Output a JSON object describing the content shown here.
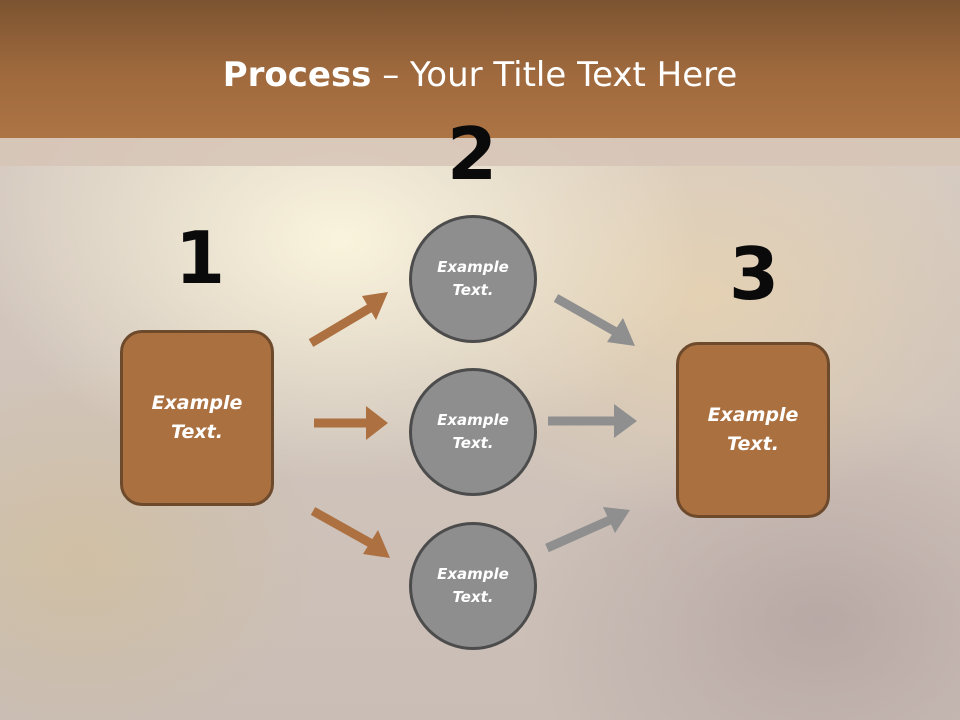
{
  "title": {
    "bold": "Process",
    "rest": " – Your Title Text Here"
  },
  "steps": {
    "one": "1",
    "two": "2",
    "three": "3"
  },
  "left_box": {
    "line1": "Example",
    "line2": "Text."
  },
  "right_box": {
    "line1": "Example",
    "line2": "Text."
  },
  "circles": [
    {
      "line1": "Example",
      "line2": "Text."
    },
    {
      "line1": "Example",
      "line2": "Text."
    },
    {
      "line1": "Example",
      "line2": "Text."
    }
  ],
  "colors": {
    "header": "#a06a3e",
    "box_fill": "#ab7040",
    "box_border": "#6e4a2c",
    "circle_fill": "#8e8e8e",
    "circle_border": "#4c4c4c",
    "arrow_brown": "#ad7040",
    "arrow_gray": "#8f8f8f"
  }
}
